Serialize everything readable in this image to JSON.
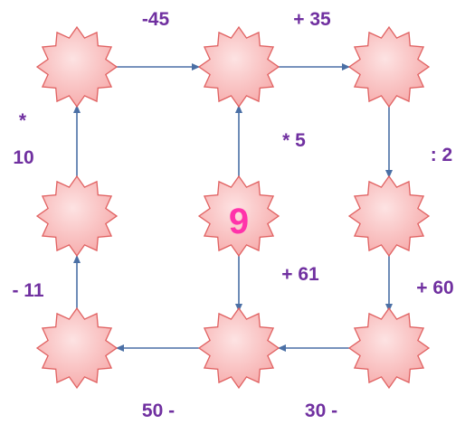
{
  "puzzle": {
    "start_value": "9",
    "operations": {
      "top_left_to_top_center": "-45",
      "top_center_to_top_right": "+ 35",
      "center_to_top_center": "* 5",
      "top_right_to_middle_right": ": 2",
      "middle_right_to_bottom_right": "+ 60",
      "center_to_bottom_center": "+ 61",
      "bottom_right_to_bottom_center": "30 -",
      "bottom_center_to_bottom_left": "50 -",
      "bottom_left_to_middle_left": "- 11",
      "middle_left_to_top_left_symbol": "*",
      "middle_left_to_top_left_value": "10"
    }
  },
  "colors": {
    "star_fill": "#fbc3c3",
    "star_stroke": "#e06060",
    "arrow": "#4a6fa5",
    "label": "#7030a0",
    "center_value": "#ff33aa"
  }
}
